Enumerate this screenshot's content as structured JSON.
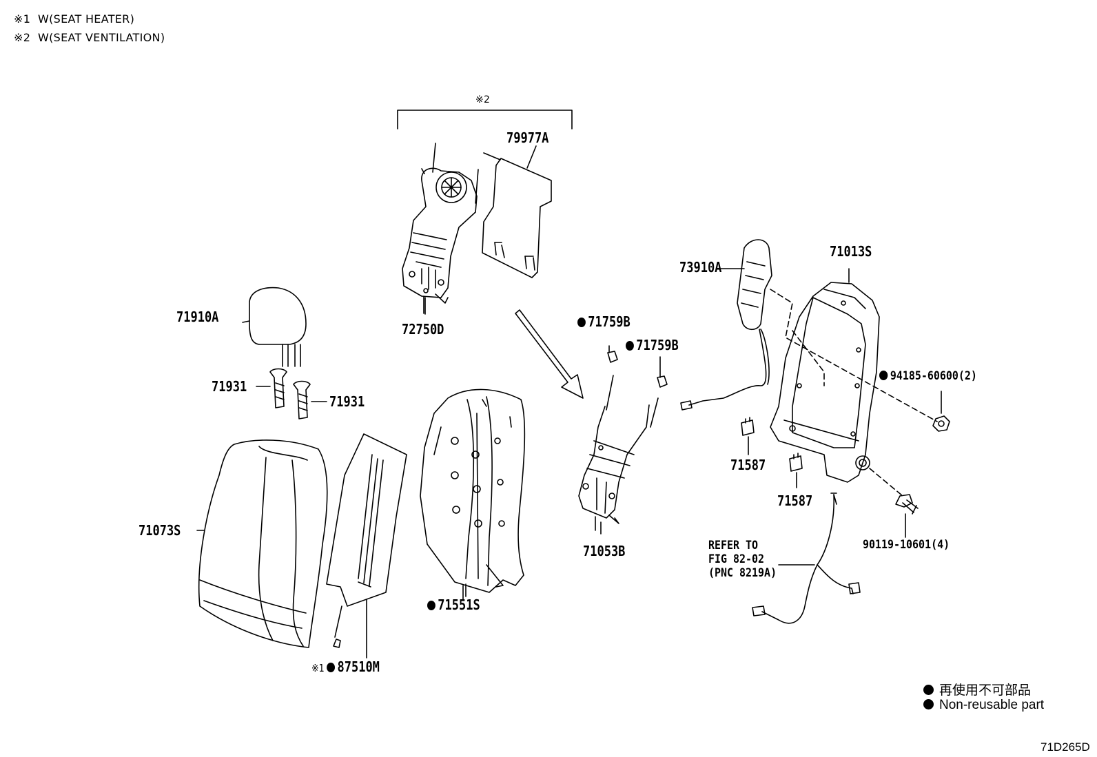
{
  "notes": [
    {
      "mark": "※1",
      "text": "W(SEAT HEATER)"
    },
    {
      "mark": "※2",
      "text": "W(SEAT VENTILATION)"
    }
  ],
  "bracket_mark": "※2",
  "parts": {
    "p79977A": "79977A",
    "p72750D": "72750D",
    "p71910A": "71910A",
    "p71931_left": "71931",
    "p71931_right": "71931",
    "p71073S": "71073S",
    "p87510M": "87510M",
    "p87510M_mark": "※1",
    "p71551S": "71551S",
    "p71759B_a": "71759B",
    "p71759B_b": "71759B",
    "p71053B": "71053B",
    "p73910A": "73910A",
    "p71013S": "71013S",
    "p94185": "94185-60600(2)",
    "p71587_a": "71587",
    "p71587_b": "71587",
    "p90119": "90119-10601(4)",
    "refer_line1": "REFER TO",
    "refer_line2": "FIG 82-02",
    "refer_line3": "(PNC 8219A)"
  },
  "legend": {
    "ja": "再使用不可部品",
    "en": "Non-reusable part"
  },
  "figure_code": "71D265D"
}
